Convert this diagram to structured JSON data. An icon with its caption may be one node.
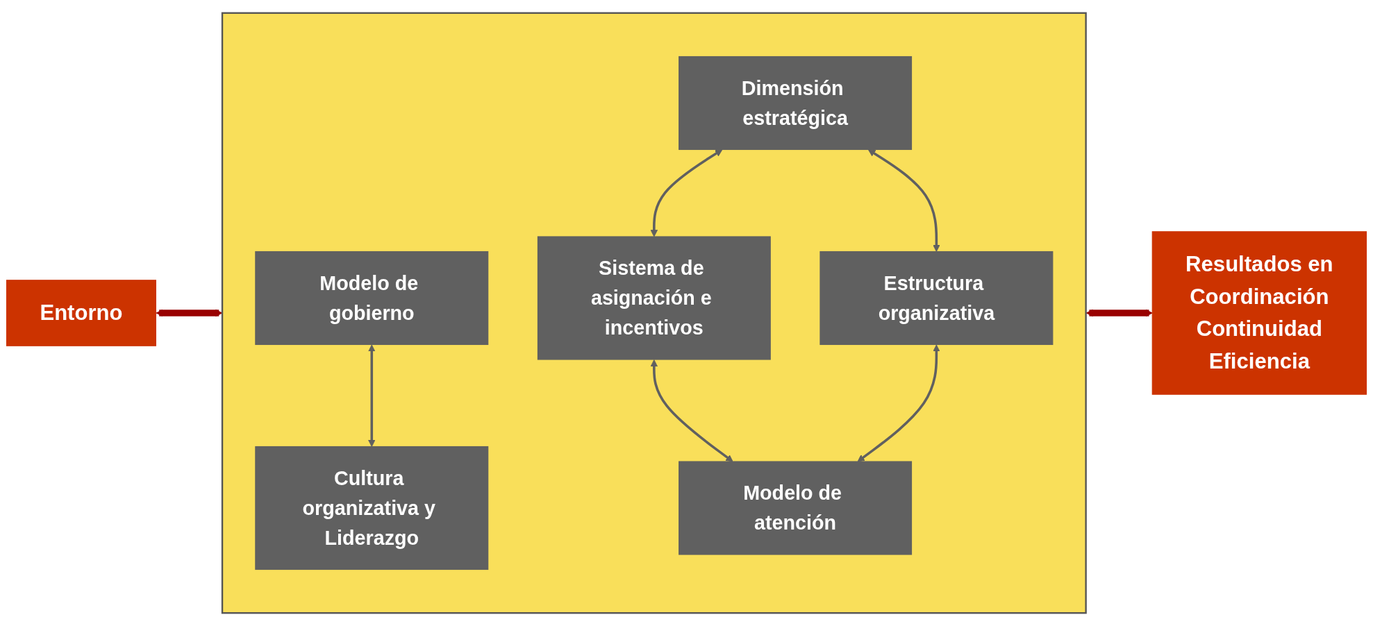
{
  "diagram": {
    "nodes": [
      {
        "text": [
          "Entorno"
        ]
      },
      {
        "text": [],
        "shape": "box"
      },
      {
        "text": [
          "Dimensión estratégica"
        ],
        "in": 1
      },
      {
        "text": [
          "Sistema de asignación e incentivos"
        ],
        "in": 1
      },
      {
        "text": [
          "Modelo de gobierno"
        ],
        "in": 1
      },
      {
        "text": [
          "Cultura organizativa y Liderazgo"
        ],
        "in": 1
      },
      {
        "text": [
          "Estructura organizativa"
        ],
        "in": 1
      },
      {
        "text": [
          "Modelo de atención"
        ],
        "in": 1
      },
      {
        "text": [
          "Resultados en",
          "Coordinación",
          "Continuidad",
          "Eficiencia"
        ]
      }
    ],
    "edges": [
      {
        "from": 0,
        "to": 1,
        "arrow": "both",
        "style": "thick",
        "color": "#990000"
      },
      {
        "from": 2,
        "to": 3,
        "arrow": "both"
      },
      {
        "from": 2,
        "to": 6,
        "arrow": "both"
      },
      {
        "from": 4,
        "to": 5,
        "arrow": "both"
      },
      {
        "from": 3,
        "to": 7,
        "arrow": "both"
      },
      {
        "from": 6,
        "to": 7,
        "arrow": "both"
      },
      {
        "from": 1,
        "to": 8,
        "arrow": "both",
        "style": "thick",
        "color": "#990000"
      }
    ]
  }
}
